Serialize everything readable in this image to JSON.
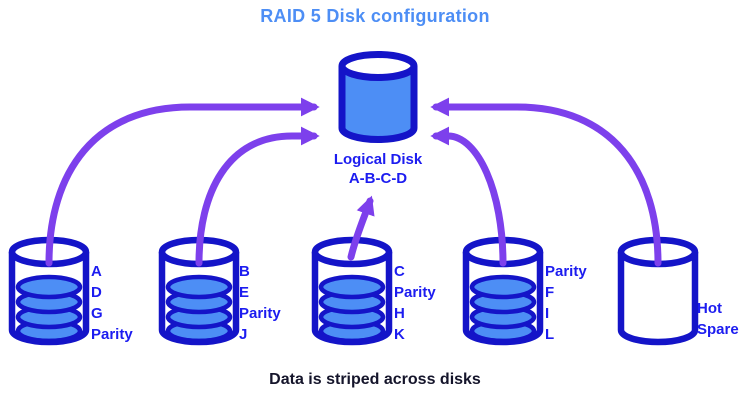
{
  "title": "RAID 5 Disk configuration",
  "caption": "Data is striped across disks",
  "logical_disk": {
    "label_line1": "Logical Disk",
    "label_line2": "A-B-C-D"
  },
  "disks": [
    {
      "name": "disk-1",
      "type": "striped",
      "lines": [
        "A",
        "D",
        "G",
        "Parity"
      ]
    },
    {
      "name": "disk-2",
      "type": "striped",
      "lines": [
        "B",
        "E",
        "Parity",
        "J"
      ]
    },
    {
      "name": "disk-3",
      "type": "striped",
      "lines": [
        "C",
        "Parity",
        "H",
        "K"
      ]
    },
    {
      "name": "disk-4",
      "type": "striped",
      "lines": [
        "Parity",
        "F",
        "I",
        "L"
      ]
    },
    {
      "name": "disk-5",
      "type": "empty",
      "lines": [
        "Hot",
        "Spare"
      ]
    }
  ],
  "colors": {
    "dark_blue": "#1414c8",
    "fill_blue": "#4d8ef5",
    "label_blue": "#1c1cf0",
    "title_blue": "#4d8ef5",
    "purple": "#7d40ec",
    "caption_color": "#15152b"
  }
}
